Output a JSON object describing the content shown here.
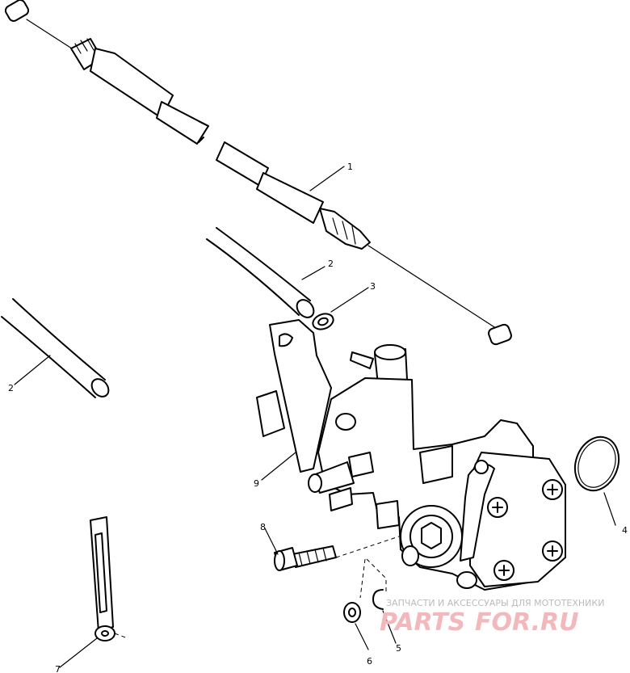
{
  "diagram": {
    "callouts": [
      {
        "id": "1",
        "label": "1"
      },
      {
        "id": "2a",
        "label": "2"
      },
      {
        "id": "2b",
        "label": "2"
      },
      {
        "id": "3",
        "label": "3"
      },
      {
        "id": "4",
        "label": "4"
      },
      {
        "id": "5",
        "label": "5"
      },
      {
        "id": "6",
        "label": "6"
      },
      {
        "id": "7",
        "label": "7"
      },
      {
        "id": "8",
        "label": "8"
      },
      {
        "id": "9",
        "label": "9"
      }
    ],
    "watermark": {
      "tagline": "ЗАПЧАСТИ И АКСЕССУАРЫ ДЛЯ МОТОТЕХНИКИ",
      "brand_left": "PARTS",
      "brand_right": "FOR.RU",
      "brand_color": "#f2b8bb"
    }
  }
}
